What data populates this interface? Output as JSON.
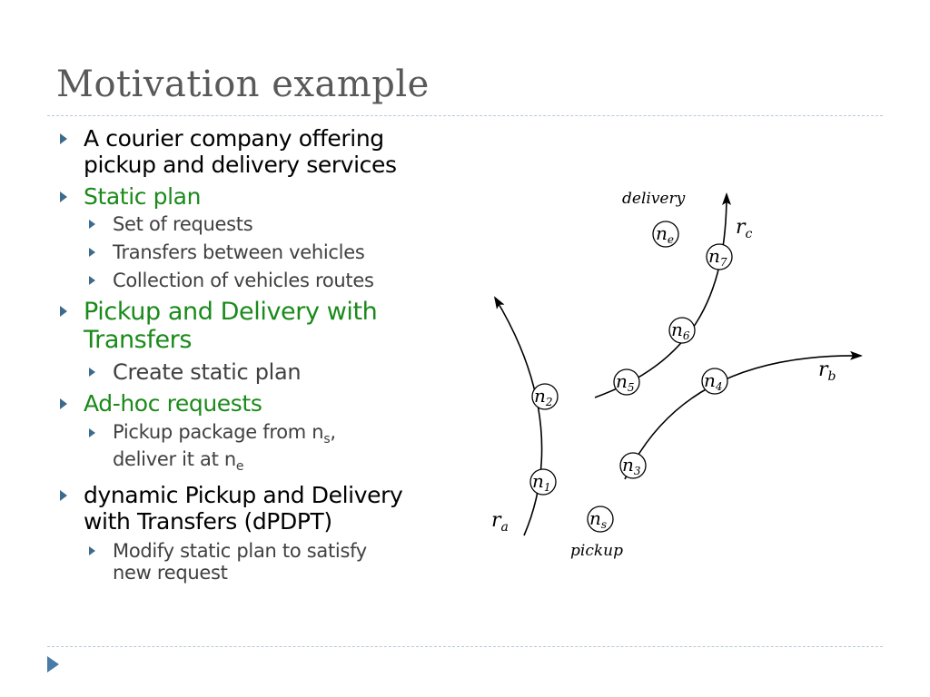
{
  "slide": {
    "title": "Motivation example"
  },
  "bullets": {
    "b1": {
      "line1": "A courier company offering",
      "line2": "pickup and delivery services"
    },
    "b2": {
      "label": "Static plan"
    },
    "b2_sub": [
      "Set of requests",
      "Transfers between vehicles",
      "Collection of vehicles routes"
    ],
    "b3": {
      "line1": "Pickup and Delivery with",
      "line2": "Transfers"
    },
    "b3_sub": [
      "Create static plan"
    ],
    "b4": {
      "label": "Ad-hoc requests"
    },
    "b4_sub": {
      "line1_pre": "Pickup package from n",
      "line1_sub": "s",
      "line1_post": ",",
      "line2_pre": "deliver it at n",
      "line2_sub": "e"
    },
    "b5": {
      "line1": "dynamic Pickup and Delivery",
      "line2": "with Transfers (dPDPT)"
    },
    "b5_sub": {
      "line1": "Modify static plan to satisfy",
      "line2": "new request"
    }
  },
  "diagram": {
    "labels": {
      "delivery": "delivery",
      "pickup": "pickup"
    },
    "routes": {
      "ra": {
        "main": "r",
        "sub": "a"
      },
      "rb": {
        "main": "r",
        "sub": "b"
      },
      "rc": {
        "main": "r",
        "sub": "c"
      }
    },
    "nodes": {
      "ne": {
        "main": "n",
        "sub": "e"
      },
      "n7": {
        "main": "n",
        "sub": "7"
      },
      "n6": {
        "main": "n",
        "sub": "6"
      },
      "n5": {
        "main": "n",
        "sub": "5"
      },
      "n4": {
        "main": "n",
        "sub": "4"
      },
      "n2": {
        "main": "n",
        "sub": "2"
      },
      "n3": {
        "main": "n",
        "sub": "3"
      },
      "n1": {
        "main": "n",
        "sub": "1"
      },
      "ns": {
        "main": "n",
        "sub": "s"
      }
    }
  },
  "colors": {
    "title": "#595959",
    "bullet_green": "#1a8a1a",
    "bullet_marker": "#3d6b8e",
    "rule": "#b9c8d6"
  }
}
